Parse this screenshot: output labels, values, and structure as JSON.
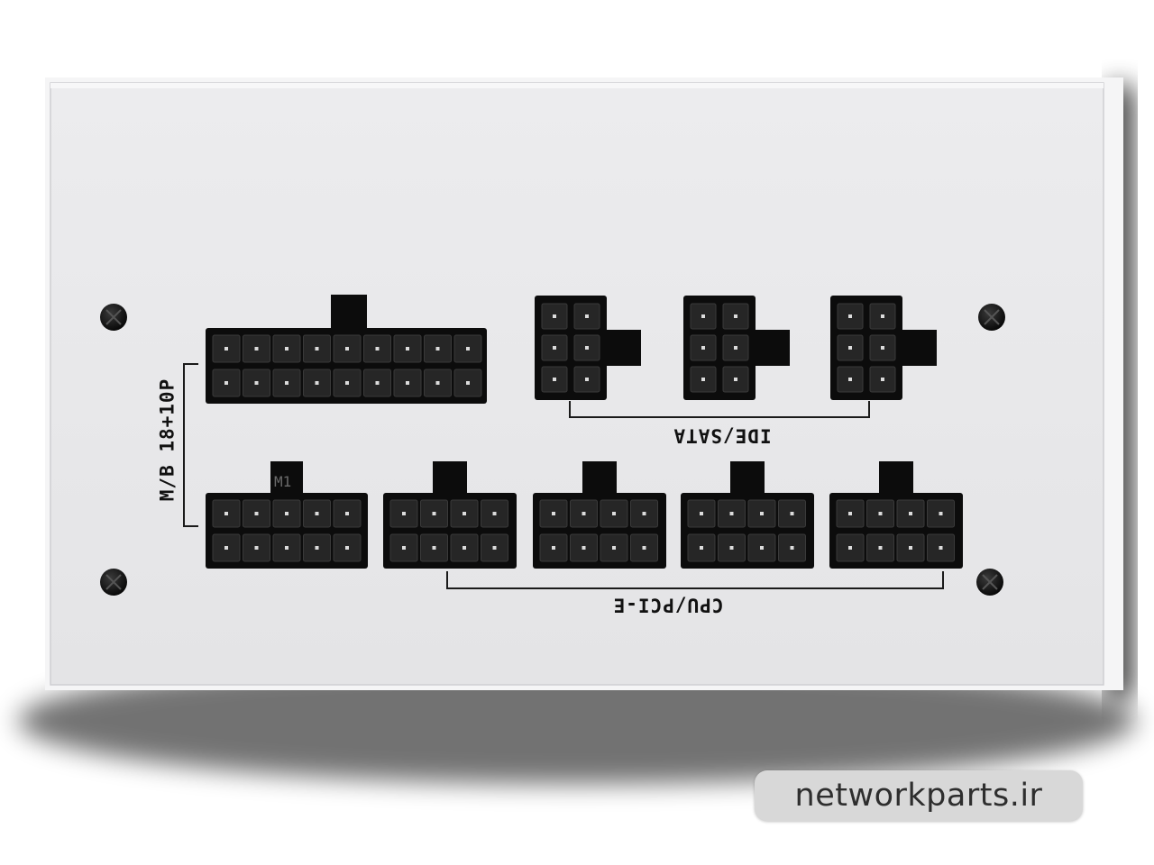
{
  "image": {
    "subject": "modular-psu-connector-panel",
    "colors": {
      "panel": "#e9e9eb",
      "panel_edge": "#f6f6f7",
      "connector": "#0c0c0c",
      "pin": "#262626",
      "shadow": "#000000",
      "watermark_bg": "#d8d8d8"
    }
  },
  "labels": {
    "motherboard": "M/B 18+10P",
    "ide_sata": "IDE/SATA",
    "cpu_pcie": "CPU/PCI-E"
  },
  "connectors": {
    "mb_main": {
      "name": "mb-18pin-connector",
      "pins": 18
    },
    "mb_aux": {
      "name": "mb-10pin-connector",
      "pins": 10,
      "marking": "M1"
    },
    "ide_sata": [
      {
        "name": "sata-connector-1",
        "pins": 6
      },
      {
        "name": "sata-connector-2",
        "pins": 6
      },
      {
        "name": "sata-connector-3",
        "pins": 6
      }
    ],
    "cpu_pcie": [
      {
        "name": "cpu-pcie-connector-1",
        "pins": 8
      },
      {
        "name": "cpu-pcie-connector-2",
        "pins": 8
      },
      {
        "name": "cpu-pcie-connector-3",
        "pins": 8
      },
      {
        "name": "cpu-pcie-connector-4",
        "pins": 8
      }
    ]
  },
  "watermark": {
    "text": "networkparts.ir"
  }
}
